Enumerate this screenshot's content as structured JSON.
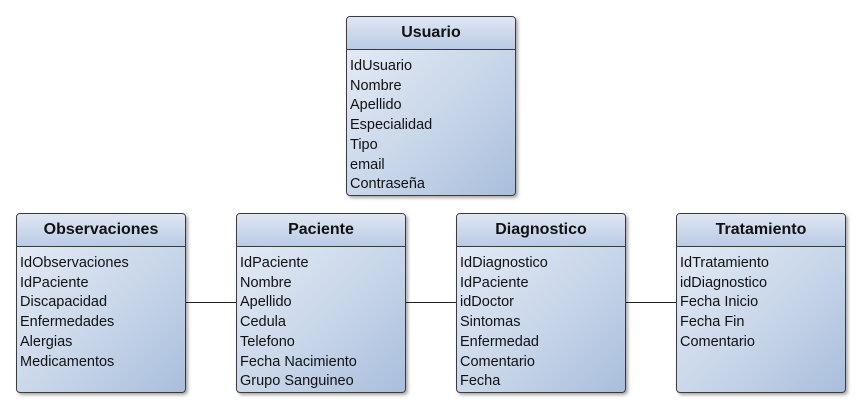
{
  "entities": [
    {
      "id": "usuario",
      "title": "Usuario",
      "fields": [
        "IdUsuario",
        "Nombre",
        "Apellido",
        "Especialidad",
        "Tipo",
        "email",
        "Contraseña"
      ]
    },
    {
      "id": "observaciones",
      "title": "Observaciones",
      "fields": [
        "IdObservaciones",
        "IdPaciente",
        "Discapacidad",
        "Enfermedades",
        "Alergias",
        "Medicamentos"
      ]
    },
    {
      "id": "paciente",
      "title": "Paciente",
      "fields": [
        "IdPaciente",
        "Nombre",
        "Apellido",
        "Cedula",
        "Telefono",
        "Fecha Nacimiento",
        "Grupo Sanguineo"
      ]
    },
    {
      "id": "diagnostico",
      "title": "Diagnostico",
      "fields": [
        "IdDiagnostico",
        "IdPaciente",
        "idDoctor",
        "Sintomas",
        "Enfermedad",
        "Comentario",
        "Fecha"
      ]
    },
    {
      "id": "tratamiento",
      "title": "Tratamiento",
      "fields": [
        "IdTratamiento",
        "idDiagnostico",
        "Fecha Inicio",
        "Fecha Fin",
        "Comentario"
      ]
    }
  ],
  "relationships": [
    {
      "from": "observaciones",
      "to": "paciente"
    },
    {
      "from": "paciente",
      "to": "diagnostico"
    },
    {
      "from": "diagnostico",
      "to": "tratamiento"
    }
  ],
  "colors": {
    "border": "#3b3b3b",
    "fill_light": "#e8eef7",
    "fill_dark": "#a9bedc",
    "line": "#222222"
  }
}
